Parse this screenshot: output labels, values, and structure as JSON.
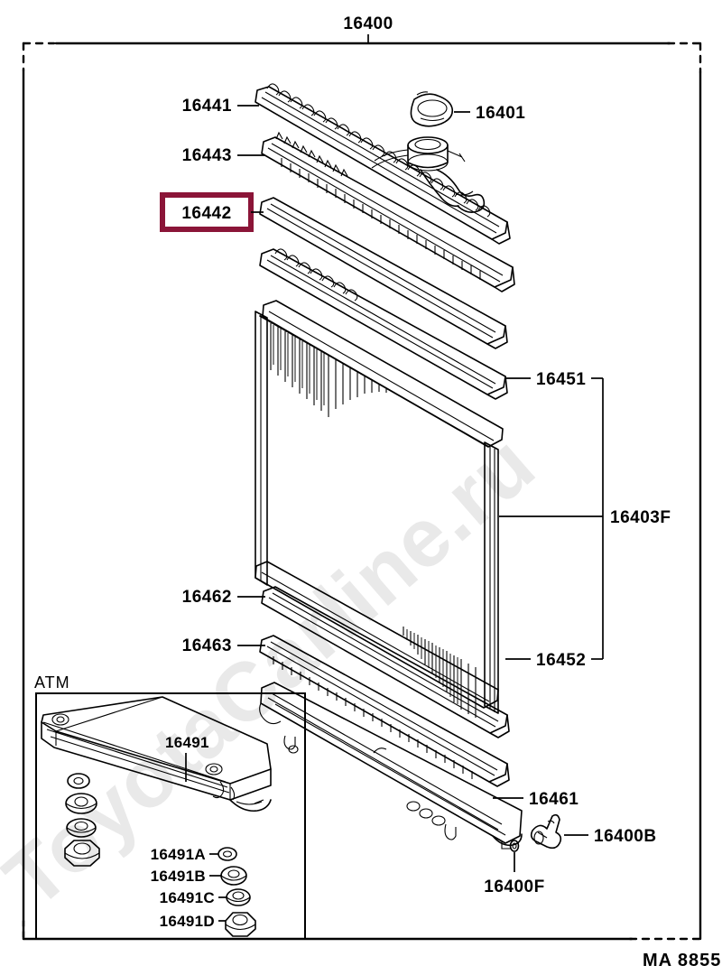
{
  "diagram": {
    "title": "16400",
    "figure_code": "MA 8855",
    "inset_label": "ATM",
    "watermark": "ToyotaCarline.ru",
    "highlight_color": "#8B1538",
    "highlighted_part": "16442"
  },
  "callouts": {
    "top_assembly": {
      "number": "16400",
      "side": "top"
    },
    "cap": {
      "number": "16401"
    },
    "upper_seal_a": {
      "number": "16441"
    },
    "upper_seal_b": {
      "number": "16443"
    },
    "upper_tank_gasket": {
      "number": "16442"
    },
    "side_plate_upper": {
      "number": "16451"
    },
    "core": {
      "number": "16403F"
    },
    "side_plate_lower": {
      "number": "16452"
    },
    "lower_seal_a": {
      "number": "16462"
    },
    "lower_seal_b": {
      "number": "16463"
    },
    "lower_tank": {
      "number": "16461"
    },
    "drain_cock": {
      "number": "16400B"
    },
    "drain_oring": {
      "number": "16400F"
    }
  },
  "atm_inset": {
    "label": "ATM",
    "oil_cooler": {
      "number": "16491"
    },
    "fittings": [
      {
        "number": "16491A"
      },
      {
        "number": "16491B"
      },
      {
        "number": "16491C"
      },
      {
        "number": "16491D"
      }
    ]
  },
  "icons": {
    "washer": "washer-icon",
    "nut": "nut-icon",
    "oring": "oring-icon",
    "drain": "drain-cock-icon"
  }
}
